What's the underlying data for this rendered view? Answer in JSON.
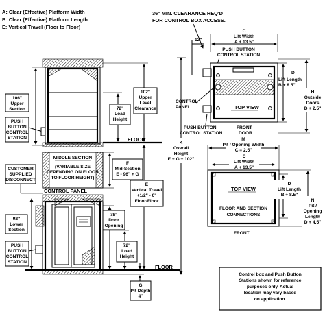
{
  "legend": [
    "A:  Clear (Effective) Platform Width",
    "B:  Clear (Effective) Platform Length",
    "E:  Vertical Travel (Floor to Floor)"
  ],
  "clearance_note": [
    "36\" MIN. CLEARANCE REQ'D",
    "FOR CONTROL BOX ACCESS."
  ],
  "dim_12": "12\"",
  "dim_c_top": [
    "C",
    "Lift Width",
    "A + 13.5\""
  ],
  "dim_c_mid": [
    "C",
    "Lift Width",
    "A + 13.5\""
  ],
  "push_button_top": [
    "PUSH BUTTON",
    "CONTROL STATION"
  ],
  "control_panel_right": [
    "CONTROL",
    "PANEL"
  ],
  "top_view_1": "TOP  VIEW",
  "push_button_bottom": [
    "PUSH BUTTON",
    "CONTROL STATION"
  ],
  "front_door": [
    "FRONT",
    "DOOR"
  ],
  "dim_d_top": [
    "D",
    "Lift Length",
    "B + 8.5\""
  ],
  "dim_h": [
    "H",
    "Outside",
    "Doors",
    "D + 2.5\""
  ],
  "dim_m": [
    "M",
    "Pit / Opening Width",
    "C = 2.5\""
  ],
  "dim_k": [
    "K",
    "Overall",
    "Height",
    "E + G + 102\""
  ],
  "top_view_2": "TOP  VIEW",
  "floor_section_connections": [
    "FLOOR AND SECTION",
    "CONNECTIONS"
  ],
  "front_label": "FRONT",
  "dim_d_mid": [
    "D",
    "Lift Length",
    "B + 8.5\""
  ],
  "dim_n": [
    "N",
    "Pit /",
    "Opening",
    "Length",
    "D + 4.5\""
  ],
  "dim_106": [
    "106\"",
    "Upper",
    "Section"
  ],
  "dim_72_upper": [
    "72\"",
    "Load",
    "Height"
  ],
  "dim_102": [
    "102\"",
    "Upper",
    "Level",
    "Clearance"
  ],
  "push_button_upper": [
    "PUSH",
    "BUTTON",
    "CONTROL",
    "STATION"
  ],
  "floor_upper": "FLOOR",
  "middle_section_title": "MIDDLE SECTION",
  "middle_section_note": [
    "(VARIABLE SIZE",
    "DEPENDING ON FLOOR",
    "TO FLOOR HEIGHT)"
  ],
  "dim_f": [
    "F",
    "Mid-Section",
    "E - 96\" + G"
  ],
  "customer_disconnect": [
    "CUSTOMER",
    "SUPPLIED",
    "DISCONNECT"
  ],
  "control_panel_left": "CONTROL PANEL",
  "dim_e": [
    "E",
    "Vertical Travel",
    "+1/2\" - 0\"",
    "Floor/Floor"
  ],
  "dim_92": [
    "92\"",
    "Lower",
    "Section"
  ],
  "dim_78": [
    "78\"",
    "Door",
    "Opening"
  ],
  "push_button_lower": [
    "PUSH",
    "BUTTON",
    "CONTROL",
    "STATION"
  ],
  "dim_72_lower": [
    "72\"",
    "Load",
    "Height"
  ],
  "floor_lower": "FLOOR",
  "dim_g": [
    "G",
    "Pit Depth",
    "4\""
  ],
  "note_box": [
    "Control box and Push Button",
    "Stations shown for reference",
    "purposes only. Actual",
    "location may vary based",
    "on application."
  ]
}
